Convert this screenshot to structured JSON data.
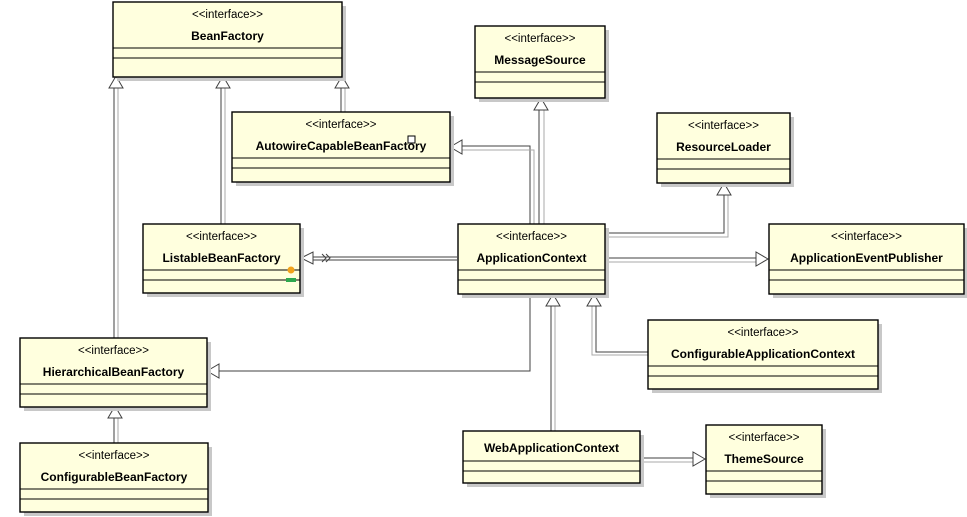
{
  "stereotype": "<<interface>>",
  "classes": [
    {
      "id": "bean-factory",
      "name": "BeanFactory",
      "interface": true
    },
    {
      "id": "message-source",
      "name": "MessageSource",
      "interface": true
    },
    {
      "id": "autowire-capable-bean-factory",
      "name": "AutowireCapableBeanFactory",
      "interface": true
    },
    {
      "id": "resource-loader",
      "name": "ResourceLoader",
      "interface": true
    },
    {
      "id": "listable-bean-factory",
      "name": "ListableBeanFactory",
      "interface": true
    },
    {
      "id": "application-context",
      "name": "ApplicationContext",
      "interface": true
    },
    {
      "id": "application-event-publisher",
      "name": "ApplicationEventPublisher",
      "interface": true
    },
    {
      "id": "hierarchical-bean-factory",
      "name": "HierarchicalBeanFactory",
      "interface": true
    },
    {
      "id": "configurable-application-context",
      "name": "ConfigurableApplicationContext",
      "interface": true
    },
    {
      "id": "configurable-bean-factory",
      "name": "ConfigurableBeanFactory",
      "interface": true
    },
    {
      "id": "web-application-context",
      "name": "WebApplicationContext",
      "interface": false
    },
    {
      "id": "theme-source",
      "name": "ThemeSource",
      "interface": true
    }
  ],
  "relations": [
    {
      "from": "hierarchical-bean-factory",
      "to": "bean-factory",
      "kind": "generalization"
    },
    {
      "from": "listable-bean-factory",
      "to": "bean-factory",
      "kind": "generalization"
    },
    {
      "from": "autowire-capable-bean-factory",
      "to": "bean-factory",
      "kind": "generalization"
    },
    {
      "from": "application-context",
      "to": "message-source",
      "kind": "generalization"
    },
    {
      "from": "application-context",
      "to": "autowire-capable-bean-factory",
      "kind": "generalization"
    },
    {
      "from": "application-context",
      "to": "resource-loader",
      "kind": "generalization"
    },
    {
      "from": "application-context",
      "to": "listable-bean-factory",
      "kind": "generalization"
    },
    {
      "from": "application-context",
      "to": "application-event-publisher",
      "kind": "generalization"
    },
    {
      "from": "application-context",
      "to": "hierarchical-bean-factory",
      "kind": "generalization"
    },
    {
      "from": "configurable-application-context",
      "to": "application-context",
      "kind": "generalization"
    },
    {
      "from": "web-application-context",
      "to": "application-context",
      "kind": "generalization"
    },
    {
      "from": "configurable-bean-factory",
      "to": "hierarchical-bean-factory",
      "kind": "generalization"
    },
    {
      "from": "web-application-context",
      "to": "theme-source",
      "kind": "generalization"
    }
  ]
}
